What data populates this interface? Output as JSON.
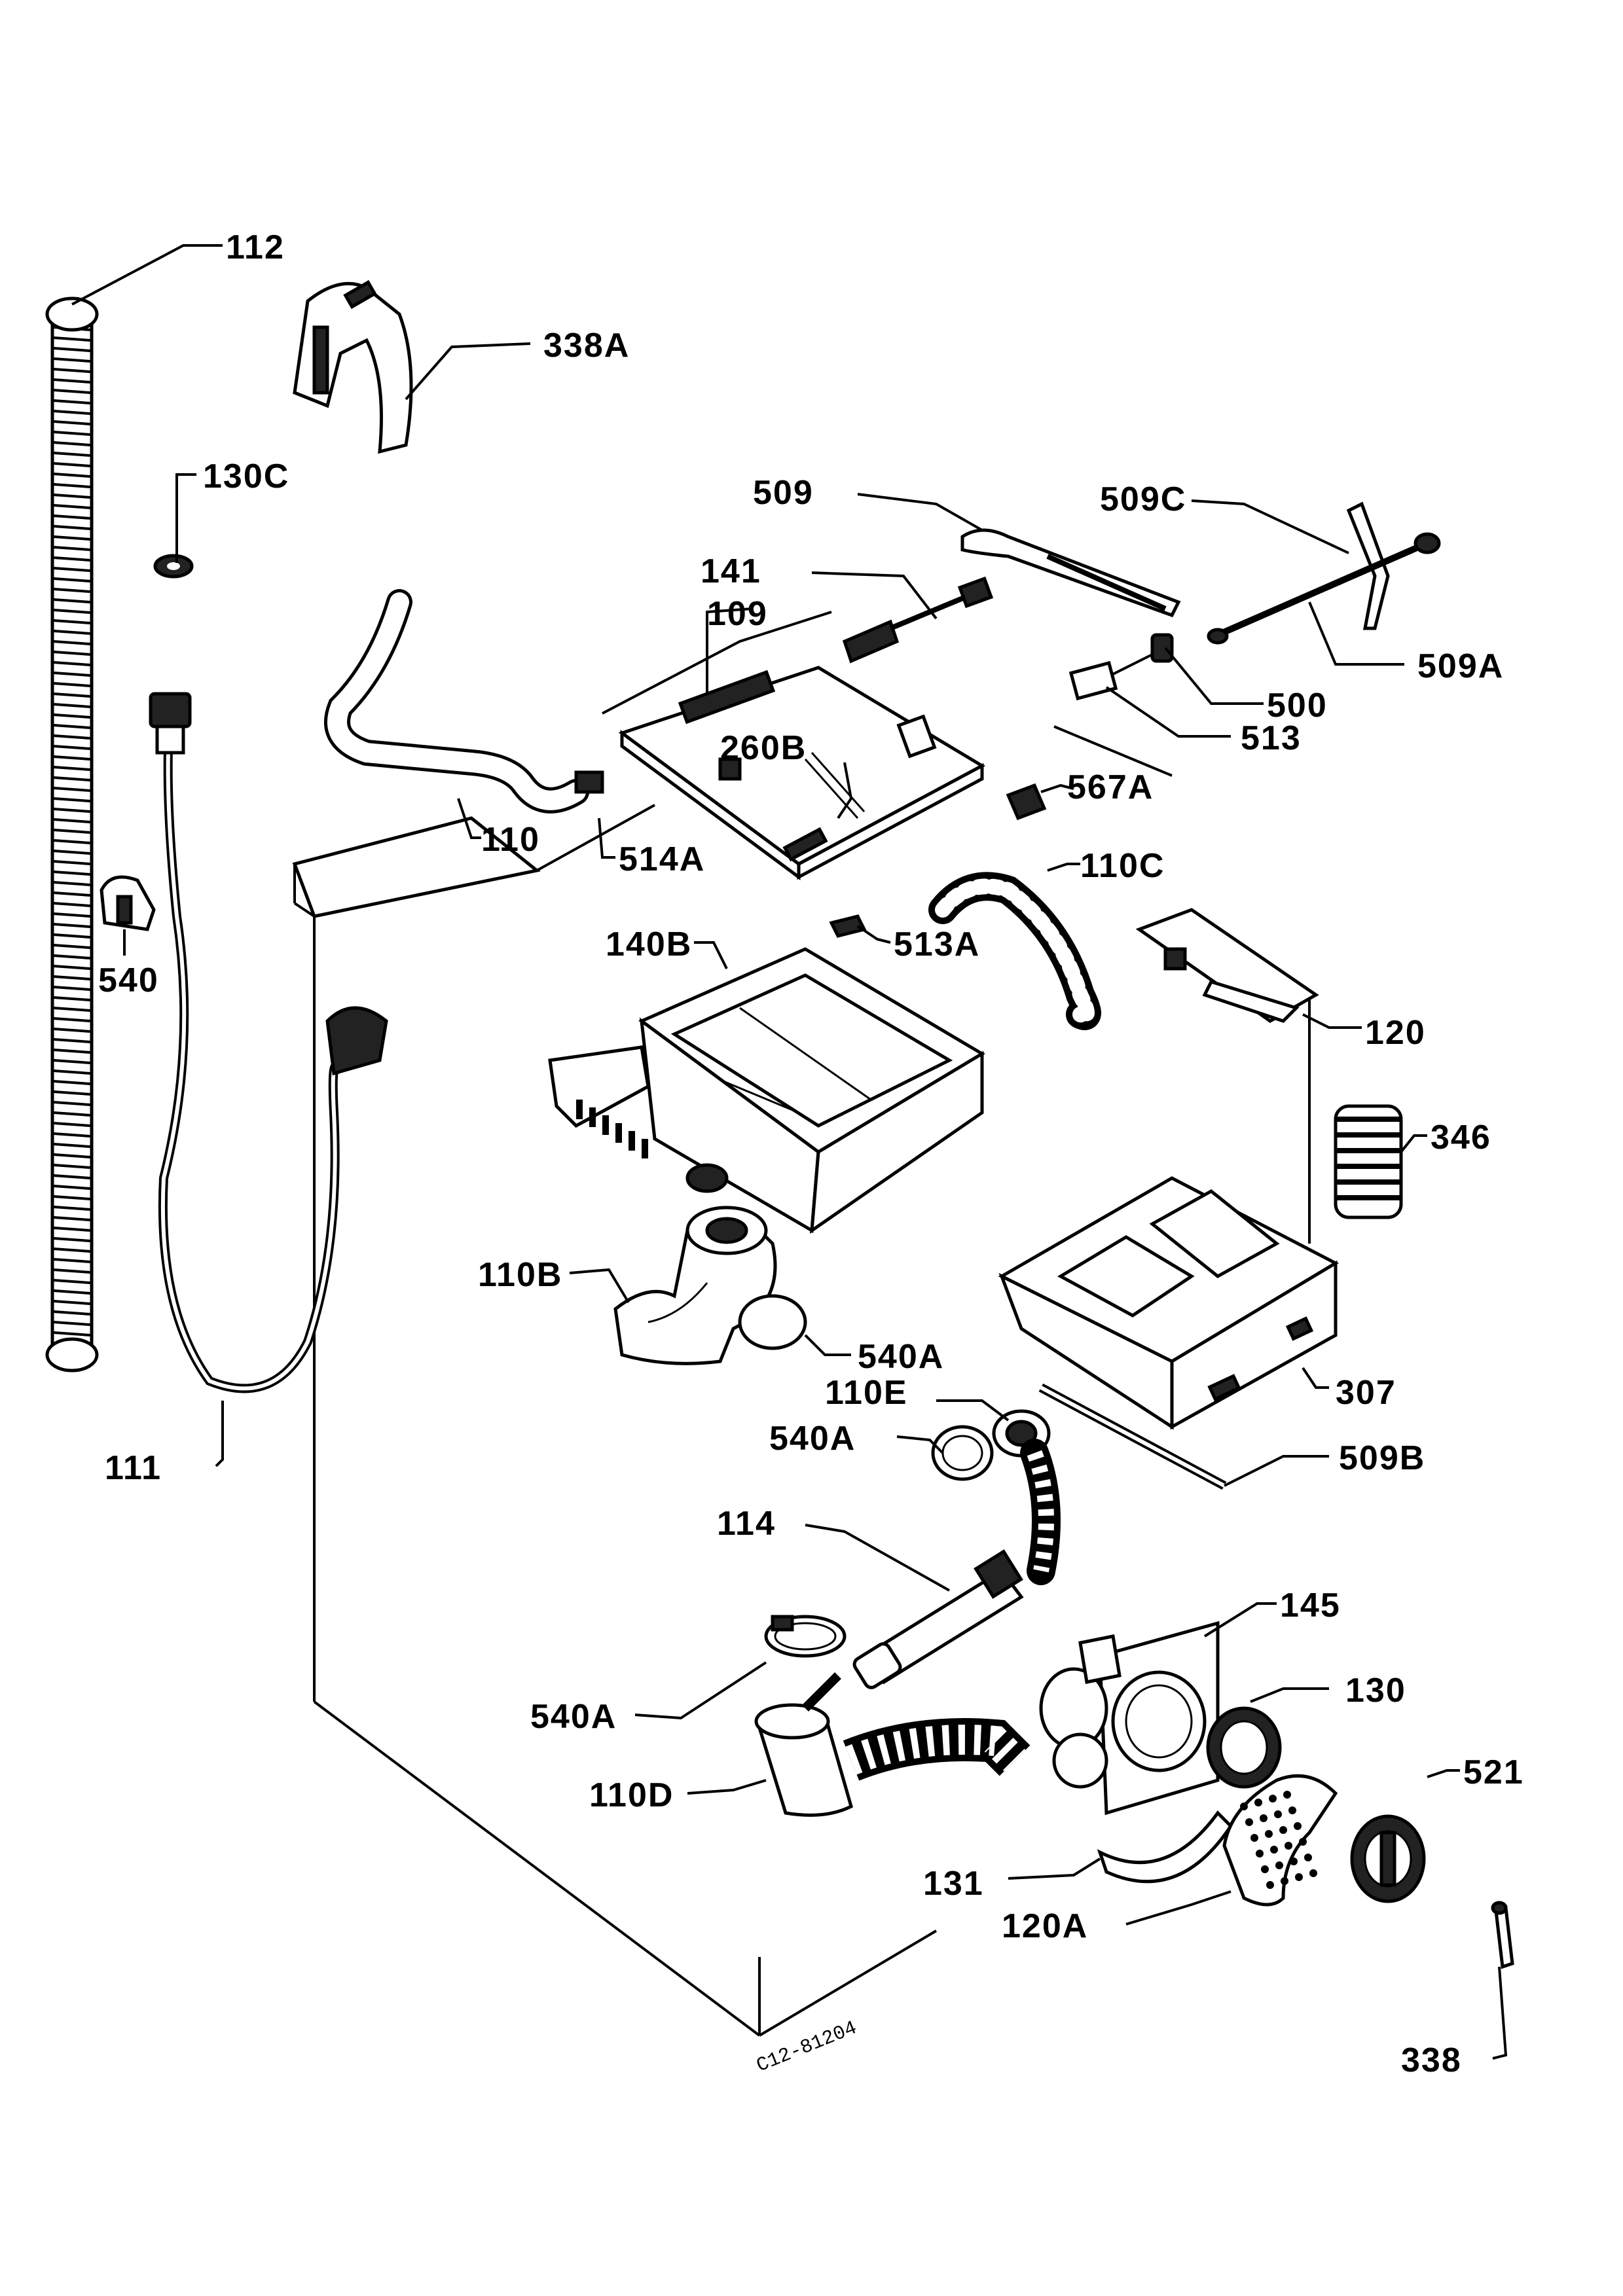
{
  "diagram": {
    "labels": {
      "l112": "112",
      "l338A": "338A",
      "l130C": "130C",
      "l509": "509",
      "l509C": "509C",
      "l141": "141",
      "l109": "109",
      "l500": "500",
      "l509A": "509A",
      "l513": "513",
      "l260B": "260B",
      "l567A": "567A",
      "l110": "110",
      "l514A": "514A",
      "l110C": "110C",
      "l540": "540",
      "l513A": "513A",
      "l140B": "140B",
      "l120": "120",
      "l346": "346",
      "l110B": "110B",
      "l540A_1": "540A",
      "l307": "307",
      "l110E": "110E",
      "l540A_2": "540A",
      "l509B": "509B",
      "l111": "111",
      "l114": "114",
      "l145": "145",
      "l130": "130",
      "l540A_3": "540A",
      "l110D": "110D",
      "l521": "521",
      "l131": "131",
      "l120A": "120A",
      "l338": "338"
    },
    "drawing_code": "C12-81204"
  }
}
